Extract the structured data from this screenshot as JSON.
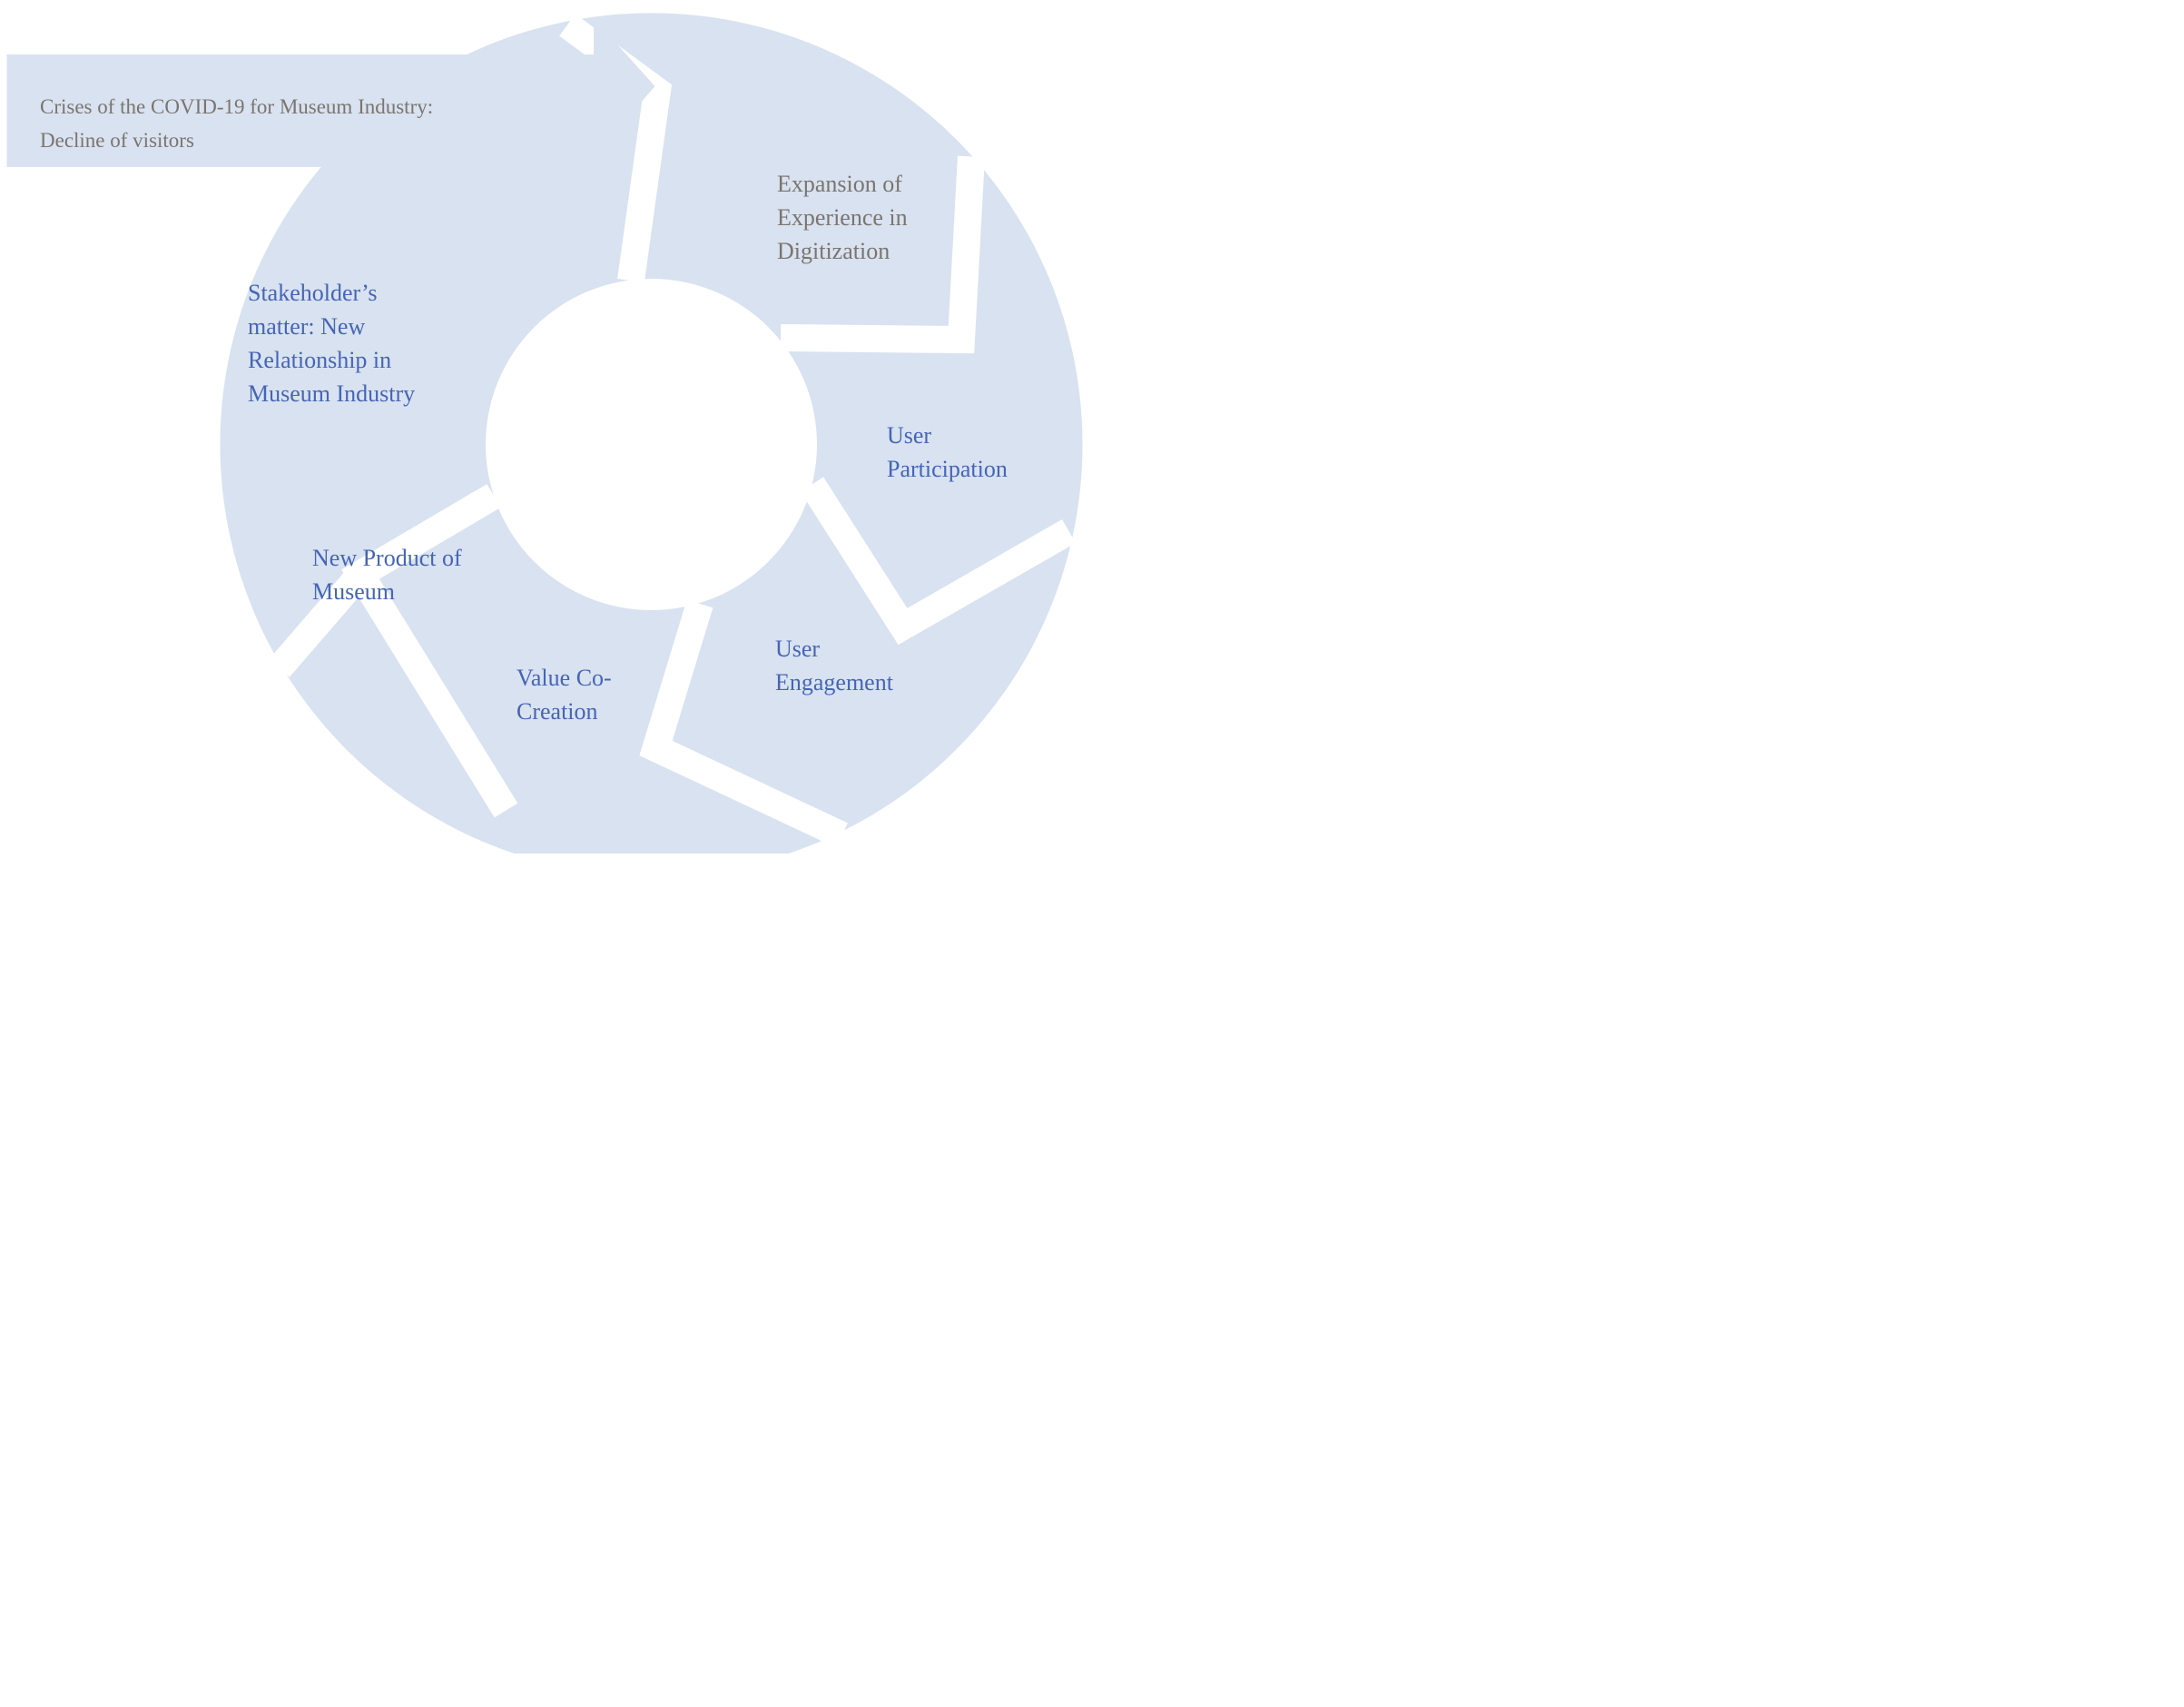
{
  "diagram": {
    "title_hint": "COVID-19 museum industry crisis cycle diagram",
    "banner": {
      "text": "Crises of the COVID-19 for Museum Industry:\nDecline of visitors"
    },
    "nodes": [
      {
        "id": "expansion",
        "text": "Expansion of\nExperience in\nDigitization"
      },
      {
        "id": "participation",
        "text": "User\nParticipation"
      },
      {
        "id": "engagement",
        "text": "User\nEngagement"
      },
      {
        "id": "cocreation",
        "text": "Value Co-\nCreation"
      },
      {
        "id": "newproduct",
        "text": "New Product of\nMuseum"
      },
      {
        "id": "stakeholder",
        "text": "Stakeholder’s\nmatter: New\nRelationship in\nMuseum Industry"
      }
    ],
    "colors": {
      "shape_fill": "#d9e2f0",
      "gap_white": "#ffffff",
      "gray_text": "#7a756f",
      "blue_text": "#4565b5",
      "background": "#ffffff"
    }
  }
}
